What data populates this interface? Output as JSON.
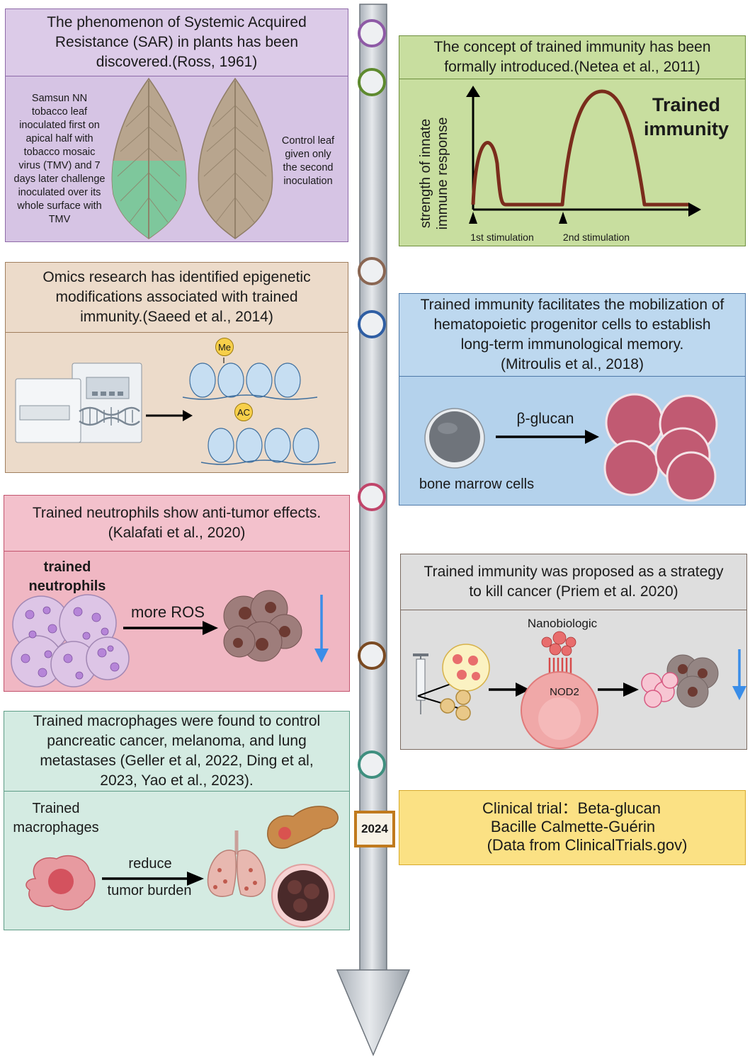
{
  "timeline": {
    "year_badge": "2024"
  },
  "panels": {
    "sar": {
      "title_lines": [
        "The phenomenon of Systemic Acquired",
        "Resistance (SAR) in plants has been",
        "discovered.(Ross, 1961)"
      ],
      "left_caption_lines": [
        "Samsun NN",
        "tobacco leaf",
        "inoculated first on",
        "apical half with",
        "tobacco mosaic",
        "virus (TMV) and 7",
        "days later challenge",
        "inoculated over its",
        "whole surface with",
        "TMV"
      ],
      "right_caption_lines": [
        "Control leaf",
        "given only",
        "the second",
        "inoculation"
      ],
      "colors": {
        "bg": "#d9c6e6",
        "border": "#8e6aa8"
      }
    },
    "trained_concept": {
      "title_lines": [
        "The concept of trained immunity has been",
        "formally introduced.(Netea et al., 2011)"
      ],
      "y_axis_lines": [
        "strength of innate",
        "immune response"
      ],
      "label_lines": [
        "Trained",
        "immunity"
      ],
      "stim1": "1st stimulation",
      "stim2": "2nd stimulation",
      "colors": {
        "bg": "#c5dc9e",
        "border": "#6e8f3e",
        "curve": "#7a2c1c"
      }
    },
    "omics": {
      "title_lines": [
        "Omics research has identified epigenetic",
        "modifications associated with trained",
        "immunity.(Saeed et al., 2014)"
      ],
      "mark_me": "Me",
      "mark_ac": "AC",
      "colors": {
        "bg": "#ead8c5",
        "border": "#a07e5e"
      }
    },
    "hematopoietic": {
      "title_lines": [
        "Trained immunity facilitates the mobilization of",
        "hematopoietic progenitor cells to establish",
        "long-term immunological memory.",
        "(Mitroulis et al., 2018)"
      ],
      "arrow_label": "β-glucan",
      "cells_label": "bone marrow cells",
      "colors": {
        "bg": "#bcd7ee",
        "border": "#4e79a8"
      }
    },
    "neutrophils": {
      "title_lines": [
        "Trained neutrophils show anti-tumor effects.",
        "(Kalafati et al., 2020)"
      ],
      "cell_label_lines": [
        "trained",
        "neutrophils"
      ],
      "arrow_label": "more ROS",
      "colors": {
        "bg": "#f3c1cc",
        "border": "#c2556e"
      }
    },
    "cancer_strategy": {
      "title_lines": [
        "Trained immunity was proposed as a strategy",
        "to kill cancer (Priem et al. 2020)"
      ],
      "nano_label": "Nanobiologic",
      "receptor_label": "NOD2",
      "colors": {
        "bg": "#dcdcdc",
        "border": "#7a6a60"
      }
    },
    "macrophages": {
      "title_lines": [
        "Trained macrophages were found to control",
        "pancreatic cancer, melanoma, and lung",
        "metastases (Geller et al, 2022, Ding et al,",
        "2023, Yao et al., 2023)."
      ],
      "cell_label_lines": [
        "Trained",
        "macrophages"
      ],
      "arrow_top": "reduce",
      "arrow_bottom": "tumor burden",
      "colors": {
        "bg": "#d3eae1",
        "border": "#5e9c86"
      }
    },
    "clinical": {
      "lines": [
        "Clinical trial：Beta-glucan",
        "Bacille Calmette-Guérin",
        "(Data from ClinicalTrials.gov)"
      ],
      "colors": {
        "bg": "#fbe184",
        "border": "#d7a92a"
      }
    }
  }
}
